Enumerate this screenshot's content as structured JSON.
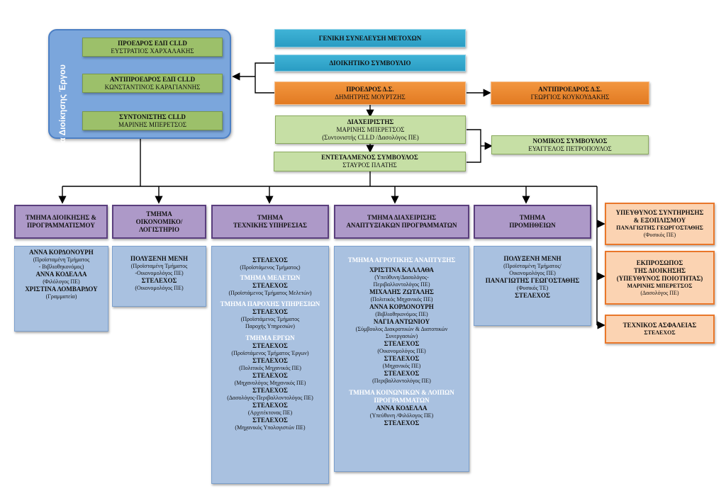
{
  "project_group": {
    "label": "Ομάδα Διοίκησης Έργου",
    "members": [
      {
        "role": "ΠΡΟΕΔΡΟΣ ΕΔΠ CLLD",
        "name": "ΕΥΣΤΡΑΤΙΟΣ ΧΑΡΧΑΛΑΚΗΣ"
      },
      {
        "role": "ΑΝΤΙΠΡΟΕΔΡΟΣ ΕΔΠ CLLD",
        "name": "ΚΩΝΣΤΑΝΤΙΝΟΣ ΚΑΡΑΓΙΑΝΝΗΣ"
      },
      {
        "role": "ΣΥΝΤΟΝΙΣΤΗΣ CLLD",
        "name": "ΜΑΡΙΝΗΣ ΜΠΕΡΕΤΣΟΣ"
      }
    ]
  },
  "top": {
    "general_assembly": "ΓΕΝΙΚΗ ΣΥΝΕΛΕΥΣΗ ΜΕΤΟΧΩΝ",
    "board": "ΔΙΟΙΚΗΤΙΚΟ ΣΥΜΒΟΥΛΙΟ",
    "president": {
      "role": "ΠΡΟΕΔΡΟΣ Δ.Σ.",
      "name": "ΔΗΜΗΤΡΗΣ ΜΟΥΡΤΖΗΣ"
    },
    "vice_president": {
      "role": "ΑΝΤΙΠΡΟΕΔΡΟΣ Δ.Σ.",
      "name": "ΓΕΩΡΓΙΟΣ ΚΟΥΚΟΥΔΑΚΗΣ"
    },
    "manager": {
      "role": "ΔΙΑΧΕΙΡΙΣΤΗΣ",
      "name": "ΜΑΡΙΝΗΣ ΜΠΕΡΕΤΣΟΣ",
      "note": "(Συντονιστής CLLD /Δασολόγος ΠΕ)"
    },
    "delegate": {
      "role": "ΕΝΤΕΤΑΛΜΕΝΟΣ ΣΥΜΒΟΥΛΟΣ",
      "name": "ΣΤΑΥΡΟΣ ΠΛΑΤΗΣ"
    },
    "legal": {
      "role": "ΝΟΜΙΚΟΣ ΣΥΜΒΟΥΛΟΣ",
      "name": "ΕΥΑΓΓΕΛΟΣ ΠΕΤΡΟΠΟΥΛΟΣ"
    }
  },
  "departments": [
    {
      "title": [
        "ΤΜΗΜΑ ΔΙΟΙΚΗΣΗΣ &",
        "ΠΡΟΓΡΑΜΜΑΤΙΣΜΟΥ"
      ]
    },
    {
      "title": [
        "ΤΜΗΜΑ",
        "ΟΙΚΟΝΟΜΙΚΟ/",
        "ΛΟΓΙΣΤΗΡΙΟ"
      ]
    },
    {
      "title": [
        "ΤΜΗΜΑ",
        "ΤΕΧΝΙΚΗΣ ΥΠΗΡΕΣΙΑΣ"
      ]
    },
    {
      "title": [
        "ΤΜΗΜΑ ΔΙΑΧΕΙΡΙΣΗΣ",
        "ΑΝΑΠΤΥΞΙΑΚΩΝ ΠΡΟΓΡΑΜΜΑΤΩΝ"
      ]
    },
    {
      "title": [
        "ΤΜΗΜΑ",
        "ΠΡΟΜΗΘΕΙΩΝ"
      ]
    }
  ],
  "staff": {
    "admin": [
      "ΑΝΝΑ ΚΟΡΔΟΝΟΥΡΗ",
      "(Προϊσταμένη Τμήματος",
      "- Βιβλιοθηκονόμος)",
      "ΑΝΝΑ ΚΟΔΕΛΛΑ",
      "(Φιλόλογος ΠΕ)",
      "ΧΡΙΣΤΙΝΑ ΛΟΜΒΑΡΔΟΥ",
      "(Γραμματεία)"
    ],
    "finance": [
      "ΠΟΛΥΞΕΝΗ ΜΕΝΗ",
      "(Προϊσταμένη Τμήματος",
      "-Οικονομολόγος ΠΕ)",
      "ΣΤΕΛΕΧΟΣ",
      "(Οικονομολόγος ΠΕ)"
    ],
    "technical": [
      "ΣΤΕΛΕΧΟΣ",
      "(Προϊστάμενος Τμήματος)",
      "ΤΜΗΜΑ ΜΕΛΕΤΩΝ",
      "ΣΤΕΛΕΧΟΣ",
      "(Προϊστάμενος Τμήματος Μελετών)",
      "ΤΜΗΜΑ ΠΑΡΟΧΗΣ ΥΠΗΡΕΣΙΩΝ",
      "ΣΤΕΛΕΧΟΣ",
      "(Προϊστάμενος Τμήματος",
      "Παροχής Υπηρεσιών)",
      "ΤΜΗΜΑ ΕΡΓΩΝ",
      "ΣΤΕΛΕΧΟΣ",
      "(Προϊστάμενος Τμήματος Έργων)",
      "ΣΤΕΛΕΧΟΣ",
      "(Πολιτικός Μηχανικός ΠΕ)",
      "ΣΤΕΛΕΧΟΣ",
      "(Μηχανολόγος Μηχανικός ΠΕ)",
      "ΣΤΕΛΕΧΟΣ",
      "(Δασολόγος-Περιβαλλοντολόγος ΠΕ)",
      "ΣΤΕΛΕΧΟΣ",
      "(Αρχιτέκτονας ΠΕ)",
      "ΣΤΕΛΕΧΟΣ",
      "(Μηχανικός Υπολογιστών ΠΕ)"
    ],
    "development": [
      "ΤΜΗΜΑ ΑΓΡΟΤΙΚΗΣ ΑΝΑΠΤΥΞΗΣ",
      "ΧΡΙΣΤΙΝΑ ΚΑΛΛΑΘΑ",
      "(Υπεύθυνη/Δασολόγος-",
      "Περιβαλλοντολόγος ΠΕ)",
      "ΜΙΧΑΛΗΣ ΖΩΤΑΛΗΣ",
      "(Πολιτικός Μηχανικός ΠΕ)",
      "ΑΝΝΑ ΚΟΡΔΟΝΟΥΡΗ",
      "(Βιβλιοθηκονόμος ΠΕ)",
      "ΝΑΓΙΑ ΑΝΤΩΝΙΟΥ",
      "(Σύμβουλος Διακρατικών & Διατοπικών",
      "Συνεργασιών)",
      "ΣΤΕΛΕΧΟΣ",
      "(Οικονομολόγος ΠΕ)",
      "ΣΤΕΛΕΧΟΣ",
      "(Μηχανικός ΠΕ)",
      "ΣΤΕΛΕΧΟΣ",
      "(Περιβαλλοντολόγος ΠΕ)",
      "ΤΜΗΜΑ ΚΟΙΝΩΝΙΚΩΝ & ΛΟΙΠΩΝ",
      "ΠΡΟΓΡΑΜΜΑΤΩΝ",
      "ΑΝΝΑ ΚΟΔΕΛΛΑ",
      "(Υπεύθυνη /Φιλόλογος ΠΕ)",
      "ΣΤΕΛΕΧΟΣ"
    ],
    "procurement": [
      "ΠΟΛΥΞΕΝΗ ΜΕΝΗ",
      "(Προϊσταμένη Τμήματος/",
      "Οικονομολόγος ΠΕ)",
      "ΠΑΝΑΓΙΩΤΗΣ ΓΕΩΓΟΣΤΑΘΗΣ",
      "(Φυσικός ΤΕ)",
      "ΣΤΕΛΕΧΟΣ"
    ]
  },
  "side_roles": [
    [
      "ΥΠΕΥΘΥΝΟΣ ΣΥΝΤΗΡΗΣΗΣ",
      "& ΕΞΟΠΛΙΣΜΟΥ",
      "ΠΑΝΑΓΙΩΤΗΣ ΓΕΩΡΓΟΣΤΑΘΗΣ",
      "(Φυσικός ΠΕ)"
    ],
    [
      "ΕΚΠΡΟΣΩΠΟΣ",
      "ΤΗΣ ΔΙΟΙΚΗΣΗΣ",
      "(ΥΠΕΥΘΥΝΟΣ ΠΟΙΟΤΗΤΑΣ)",
      "ΜΑΡΙΝΗΣ ΜΠΕΡΕΤΣΟΣ",
      "(Δασολόγος ΠΕ)"
    ],
    [
      "ΤΕΧΝΙΚΟΣ ΑΣΦΑΛΕΙΑΣ",
      "ΣΤΕΛΕΧΟΣ"
    ]
  ],
  "colors": {
    "cyan": "#2fa6cc",
    "orange": "#e9832d",
    "green": "#c6dfa5",
    "purple": "#ad99c8",
    "light_blue": "#a9c1e0",
    "light_orange": "#fbd3b2",
    "group_blue": "#7ba6dc",
    "section_title": "#ffffff"
  }
}
